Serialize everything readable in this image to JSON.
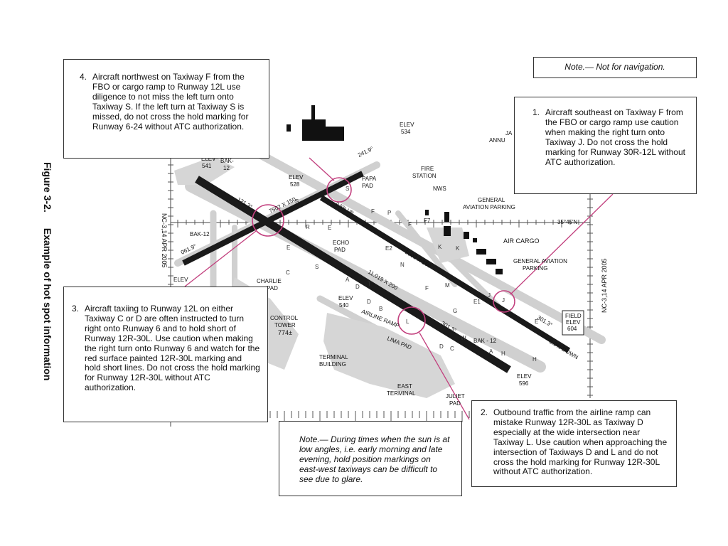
{
  "figure": {
    "number": "Figure 3-2.",
    "title": "Example of hot spot information"
  },
  "notes": {
    "navigation": "Note.— Not for navigation.",
    "glare": "Note.— During times when the sun is at low angles, i.e. early morning and late evening, hold position markings on east-west taxiways can be difficult to see due to glare."
  },
  "callouts": [
    {
      "number": "1.",
      "text": "Aircraft southeast on Taxiway F from the FBO or cargo ramp use caution when making the right turn onto Taxiway J. Do not cross the hold marking for Runway 30R-12L without ATC authorization."
    },
    {
      "number": "2.",
      "text": "Outbound traffic from the airline ramp can mistake Runway 12R-30L as Taxiway D especially at the wide intersection near Taxiway L. Use caution when approaching the intersection of Taxiways D and L and do not cross the hold marking for Runway 12R-30L without ATC authorization."
    },
    {
      "number": "3.",
      "text": "Aircraft taxiing to Runway 12L on either Taxiway C or D are often instructed to turn right onto Runway 6 and to hold short of Runway 12R-30L. Use caution when making the right turn onto Runway 6 and watch for the red surface painted 12R-30L marking and hold short lines. Do not cross the hold marking for Runway 12R-30L without ATC authorization."
    },
    {
      "number": "4.",
      "text": "Aircraft northwest on Taxiway F from the FBO or cargo ramp to Runway 12L use diligence to not miss the left turn onto Taxiway S. If the left turn at Taxiway S is missed, do not cross the hold marking for Runway 6-24 without ATC authorization."
    }
  ],
  "map": {
    "chart_date": "NC-3,14 APR 2005",
    "latitude": "35°45'N",
    "labels": {
      "elev_534": [
        "ELEV",
        "534"
      ],
      "elev_541": [
        "ELEV",
        "541"
      ],
      "bak12_top": [
        "BAK-",
        "12"
      ],
      "elev_528": [
        "ELEV",
        "528"
      ],
      "papa_pad": [
        "PAPA",
        "PAD"
      ],
      "fire_station": [
        "FIRE",
        "STATION"
      ],
      "nws": "NWS",
      "general_aviation_parking": [
        "GENERAL",
        "AVIATION PARKING"
      ],
      "air_cargo": "AIR CARGO",
      "ga_parking2": [
        "GENERAL AVIATION",
        "PARKING"
      ],
      "echo_pad": [
        "ECHO",
        "PAD"
      ],
      "bak12_left": "BAK-12",
      "hdg_061": "061.9°",
      "hdg_121": "121.3°",
      "hdg_241": "241.9°",
      "rwy_6_24_dim": "7502 X 150",
      "rwy_top_dim": "9003 X 150",
      "rwy_main_dim": "11,019 X 200",
      "hdg_301_main": "301.3°",
      "hdg_301_top": "301.3°",
      "bak12_right": "BAK - 12",
      "field_elev": [
        "FIELD",
        "ELEV",
        "604"
      ],
      "grade_down": "0.9% DOWN",
      "grade_up": "0.5% UP",
      "elev_540": [
        "ELEV",
        "540"
      ],
      "airline_ramp": "AIRLINE RAMP",
      "control_tower": [
        "CONTROL",
        "TOWER",
        "774±"
      ],
      "charlie_pad": [
        "CHARLIE",
        "PAD"
      ],
      "terminal_building": [
        "TERMINAL",
        "BUILDING"
      ],
      "lima_pad": "LIMA PAD",
      "east_terminal": [
        "EAST",
        "TERMINAL"
      ],
      "juliet_pad": [
        "JULIET",
        "PAD"
      ],
      "elev_596": [
        "ELEV",
        "596"
      ],
      "elev_left": "ELEV",
      "f7": "F7",
      "ja_annual": [
        "JA",
        "ANNU"
      ]
    },
    "taxiway_letters": [
      "S",
      "S",
      "F",
      "P",
      "E",
      "E2",
      "F",
      "K",
      "K",
      "E1",
      "J",
      "R",
      "T",
      "S",
      "D",
      "C",
      "D",
      "N",
      "B",
      "L",
      "M",
      "G",
      "F",
      "J",
      "H",
      "A",
      "W",
      "E",
      "D",
      "C",
      "E",
      "A",
      "H"
    ]
  },
  "colors": {
    "hotspot": "#c2407e",
    "runway": "#1a1a1a",
    "pavement": "#d4d4d4"
  }
}
